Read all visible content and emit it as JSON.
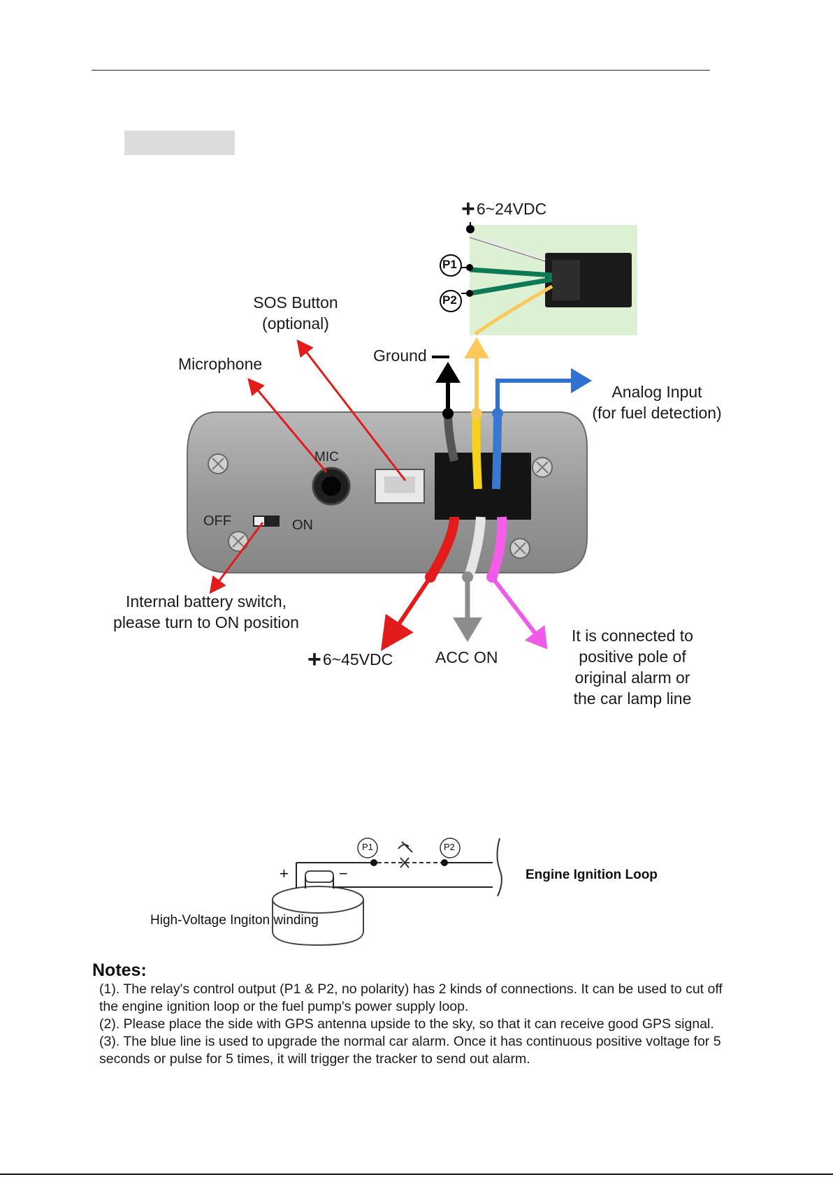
{
  "diagram": {
    "labels": {
      "power_24": "6~24VDC",
      "p1": "P1",
      "p2": "P2",
      "sos_line1": "SOS Button",
      "sos_line2": "(optional)",
      "ground": "Ground",
      "microphone": "Microphone",
      "analog_line1": "Analog Input",
      "analog_line2": "(for fuel detection)",
      "mic_on_device": "MIC",
      "off": "OFF",
      "on": "ON",
      "battery_line1": "Internal battery switch,",
      "battery_line2": "please turn to ON position",
      "power_45": "6~45VDC",
      "acc_on": "ACC ON",
      "alarm_line1": "It is connected to",
      "alarm_line2": "positive pole of",
      "alarm_line3": "original alarm or",
      "alarm_line4": "the car lamp line"
    },
    "wire_colors": {
      "red": "#e21b1b",
      "white": "#e6e6e6",
      "pink": "#f25ee6",
      "black": "#000000",
      "yellow": "#fbc85a",
      "blue": "#3a78cf",
      "green": "#0e7a55",
      "arrow_red": "#e21b1b",
      "arrow_gray": "#8c8c8c",
      "arrow_pink": "#ef5ae8",
      "arrow_blue": "#2f72cf",
      "arrow_yellow": "#fbc85a"
    }
  },
  "circuit": {
    "p1": "P1",
    "p2": "P2",
    "plus": "+",
    "minus": "−",
    "engine_loop": "Engine Ignition Loop",
    "winding": "High-Voltage Ingiton winding"
  },
  "notes": {
    "title": "Notes:",
    "items": [
      "(1). The relay's control output (P1 & P2, no polarity) has 2 kinds of connections. It can be used to cut off",
      "the engine ignition loop or the fuel pump's power supply loop.",
      "(2). Please place the side with GPS antenna upside to the sky, so that it can receive good GPS signal.",
      "(3). The blue line is used to upgrade the normal car alarm. Once it has continuous positive voltage for 5",
      "seconds or pulse for 5 times, it will trigger the tracker to send out alarm."
    ]
  }
}
